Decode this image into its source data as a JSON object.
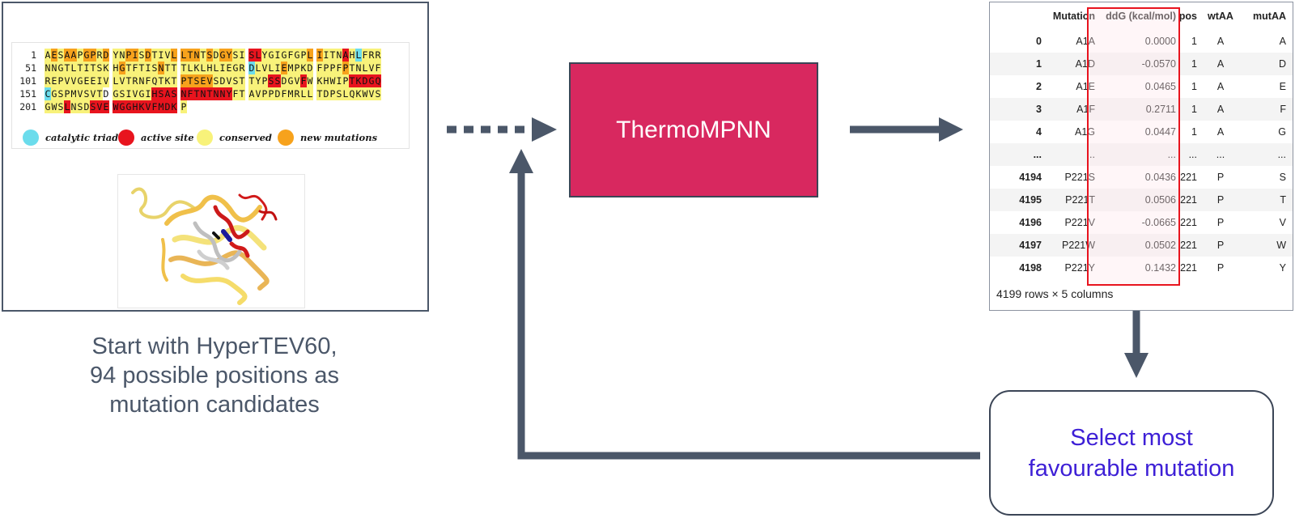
{
  "sequence_panel": {
    "rows": [
      {
        "num": "1",
        "blocks": [
          "AESAAPGPRD",
          "YNPISDTIVL",
          "LTNTSDGYSI",
          "SLYGIGFGPL",
          "IITNAHLFRR"
        ]
      },
      {
        "num": "51",
        "blocks": [
          "NNGTLTITSK",
          "HGTFTISNTT",
          "TLKLHLIEGR",
          "DLVLIEMPKD",
          "FPPFPTNLVF"
        ]
      },
      {
        "num": "101",
        "blocks": [
          "REPVVGEEIV",
          "LVTRNFQTKT",
          "PTSEVSDVST",
          "TYPSSDGVFW",
          "KHWIPTKDGQ"
        ]
      },
      {
        "num": "151",
        "blocks": [
          "CGSPMVSVTD",
          "GSIVGIHSAS",
          "NFTNTNNYFT",
          "AVPPDFMRLL",
          "TDPSLQKWVS"
        ]
      },
      {
        "num": "201",
        "blocks": [
          "GWSLNSDSVE",
          "WGGHKVFMDK",
          "P"
        ]
      }
    ],
    "colors": [
      [
        "YOYOOYOOYO",
        "YYOOYOYYYO",
        "OOOYOYOOYY",
        "RRYYYYYYYO",
        "OYYYRYCYYY"
      ],
      [
        "YYYYYYYYYY",
        "YOYYYYYOYY",
        "YYYYYYYYYY",
        "CYYYYOYYYY",
        "YYYYOYYYYY"
      ],
      [
        "YYYYYYYYYY",
        "YYYYYYYYYY",
        "OOOOOYYYYY",
        "YYYRRYYYRY",
        "YYYYYRRRRR"
      ],
      [
        "CYYYYYYYYW",
        "YYYYYYRRRR",
        "RRRRRRRRYY",
        "YYYYYYYYYY",
        "YYYYYYYYYY"
      ],
      [
        "YYYRYYYRRR",
        "RRRRRRRRRR",
        "Y"
      ]
    ],
    "legend": [
      {
        "label": "catalytic triad",
        "color": "#6bdcec"
      },
      {
        "label": "active site",
        "color": "#e8141e"
      },
      {
        "label": "conserved",
        "color": "#f8f27a"
      },
      {
        "label": "new mutations",
        "color": "#f7a21c"
      }
    ]
  },
  "caption": [
    "Start with HyperTEV60,",
    "94 possible positions as",
    "mutation candidates"
  ],
  "model": {
    "label": "ThermoMPNN",
    "color": "#d8285f"
  },
  "table": {
    "columns": [
      "Mutation",
      "ddG (kcal/mol)",
      "pos",
      "wtAA",
      "mutAA"
    ],
    "rows": [
      {
        "idx": "0",
        "mutation": "A1A",
        "ddg": "0.0000",
        "pos": "1",
        "wt": "A",
        "mut": "A"
      },
      {
        "idx": "1",
        "mutation": "A1D",
        "ddg": "-0.0570",
        "pos": "1",
        "wt": "A",
        "mut": "D"
      },
      {
        "idx": "2",
        "mutation": "A1E",
        "ddg": "0.0465",
        "pos": "1",
        "wt": "A",
        "mut": "E"
      },
      {
        "idx": "3",
        "mutation": "A1F",
        "ddg": "0.2711",
        "pos": "1",
        "wt": "A",
        "mut": "F"
      },
      {
        "idx": "4",
        "mutation": "A1G",
        "ddg": "0.0447",
        "pos": "1",
        "wt": "A",
        "mut": "G"
      },
      {
        "idx": "...",
        "mutation": "...",
        "ddg": "...",
        "pos": "...",
        "wt": "...",
        "mut": "..."
      },
      {
        "idx": "4194",
        "mutation": "P221S",
        "ddg": "0.0436",
        "pos": "221",
        "wt": "P",
        "mut": "S"
      },
      {
        "idx": "4195",
        "mutation": "P221T",
        "ddg": "0.0506",
        "pos": "221",
        "wt": "P",
        "mut": "T"
      },
      {
        "idx": "4196",
        "mutation": "P221V",
        "ddg": "-0.0665",
        "pos": "221",
        "wt": "P",
        "mut": "V"
      },
      {
        "idx": "4197",
        "mutation": "P221W",
        "ddg": "0.0502",
        "pos": "221",
        "wt": "P",
        "mut": "W"
      },
      {
        "idx": "4198",
        "mutation": "P221Y",
        "ddg": "0.1432",
        "pos": "221",
        "wt": "P",
        "mut": "Y"
      }
    ],
    "footer": "4199 rows × 5 columns",
    "highlight_color": "#e8141e"
  },
  "selection": {
    "lines": [
      "Select most",
      "favourable mutation"
    ],
    "color": "#3d1fd6"
  },
  "colors": {
    "arrow": "#4b5769",
    "border": "#3b4556"
  }
}
